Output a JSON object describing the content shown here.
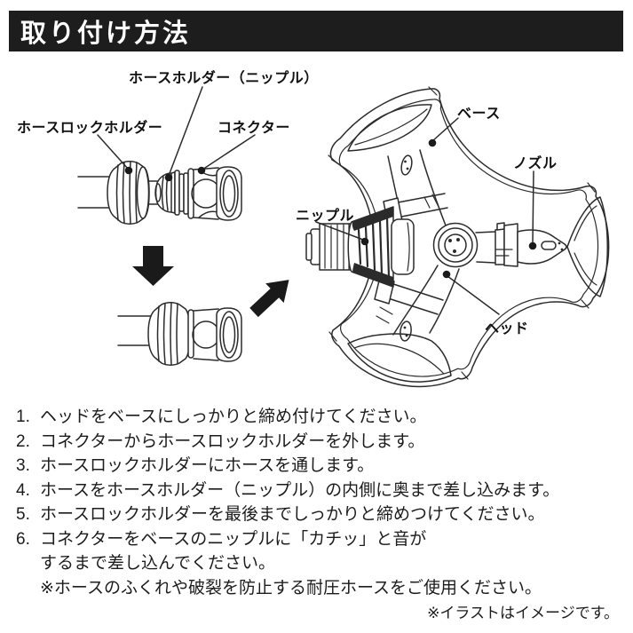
{
  "banner": {
    "title": "取り付け方法",
    "bg": "#1d1d1d",
    "fg": "#ffffff"
  },
  "diagram": {
    "labels": {
      "hose_holder": "ホースホルダー（ニップル）",
      "hose_lock_holder": "ホースロックホルダー",
      "connector": "コネクター",
      "base": "ベース",
      "nozzle": "ノズル",
      "nipple": "ニップル",
      "head": "ヘッド"
    },
    "line_color": "#2b2b2b",
    "arrow_color": "#1a1a1a"
  },
  "instructions": {
    "steps": [
      {
        "num": "1.",
        "text": "ヘッドをベースにしっかりと締め付けてください。"
      },
      {
        "num": "2.",
        "text": "コネクターからホースロックホルダーを外します。"
      },
      {
        "num": "3.",
        "text": "ホースロックホルダーにホースを通します。"
      },
      {
        "num": "4.",
        "text": "ホースをホースホルダー（ニップル）の内側に奥まで差し込みます。"
      },
      {
        "num": "5.",
        "text": "ホースロックホルダーを最後までしっかりと締めつけてください。"
      },
      {
        "num": "6.",
        "text": "コネクターをベースのニップルに「カチッ」と音が"
      },
      {
        "num": "",
        "text": "するまで差し込んでください。"
      },
      {
        "num": "",
        "text": "※ホースのふくれや破裂を防止する耐圧ホースをご使用ください。"
      }
    ],
    "footnote": "※イラストはイメージです。"
  }
}
